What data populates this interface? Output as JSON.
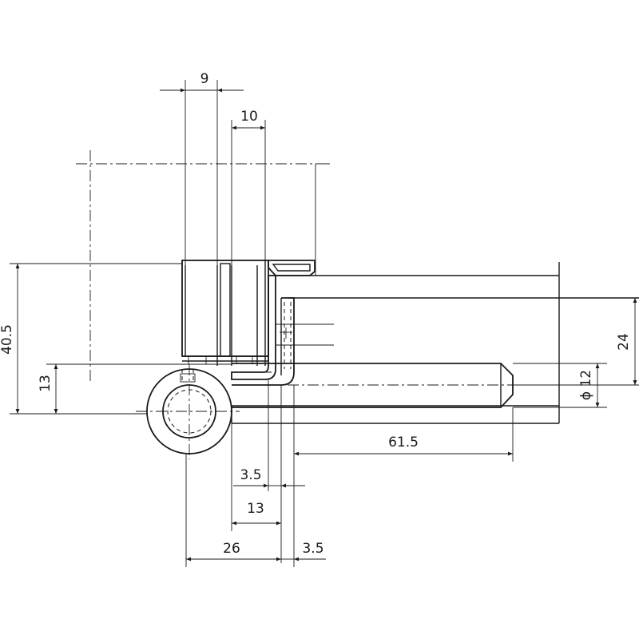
{
  "drawing": {
    "dimensions": {
      "d9": "9",
      "d10": "10",
      "d40_5": "40.5",
      "d13_left": "13",
      "d24": "24",
      "d12": "ϕ 12",
      "d61_5": "61.5",
      "d3_5_top": "3.5",
      "d13_bottom": "13",
      "d26": "26",
      "d3_5_bottom": "3.5"
    }
  }
}
